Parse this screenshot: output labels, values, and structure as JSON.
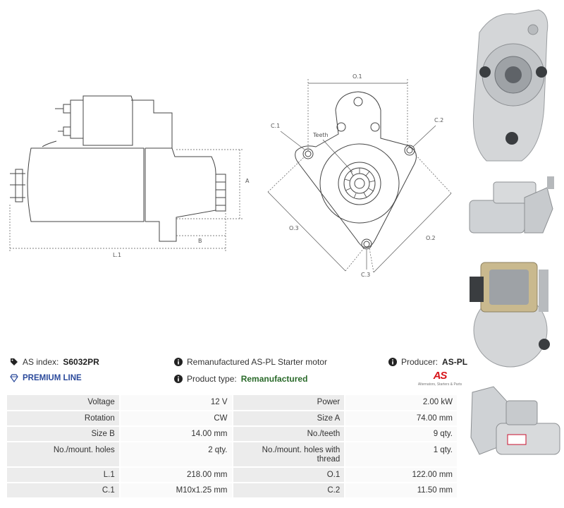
{
  "drawing": {
    "side_labels": {
      "l1": "L.1",
      "a": "A",
      "b": "B"
    },
    "front_labels": {
      "o1": "O.1",
      "o2": "O.2",
      "o3": "O.3",
      "c1": "C.1",
      "c2": "C.2",
      "c3": "C.3",
      "teeth": "Teeth"
    }
  },
  "info": {
    "as_index_label": "AS index:",
    "as_index_value": "S6032PR",
    "premium": "PREMIUM LINE",
    "description": "Remanufactured AS-PL Starter motor",
    "product_type_label": "Product type:",
    "product_type_value": "Remanufactured",
    "producer_label": "Producer:",
    "producer_value": "AS-PL",
    "logo_text": "AS",
    "logo_sub": "Alternators, Starters & Parts"
  },
  "specs": [
    {
      "l1": "Voltage",
      "v1": "12 V",
      "l2": "Power",
      "v2": "2.00 kW"
    },
    {
      "l1": "Rotation",
      "v1": "CW",
      "l2": "Size A",
      "v2": "74.00 mm"
    },
    {
      "l1": "Size B",
      "v1": "14.00 mm",
      "l2": "No./teeth",
      "v2": "9 qty."
    },
    {
      "l1": "No./mount. holes",
      "v1": "2 qty.",
      "l2": "No./mount. holes with thread",
      "v2": "1 qty."
    },
    {
      "l1": "L.1",
      "v1": "218.00 mm",
      "l2": "O.1",
      "v2": "122.00 mm"
    },
    {
      "l1": "C.1",
      "v1": "M10x1.25 mm",
      "l2": "C.2",
      "v2": "11.50 mm"
    }
  ],
  "colors": {
    "premium": "#2b4a9b",
    "product_type": "#2a6a2a",
    "logo": "#d7141a"
  }
}
